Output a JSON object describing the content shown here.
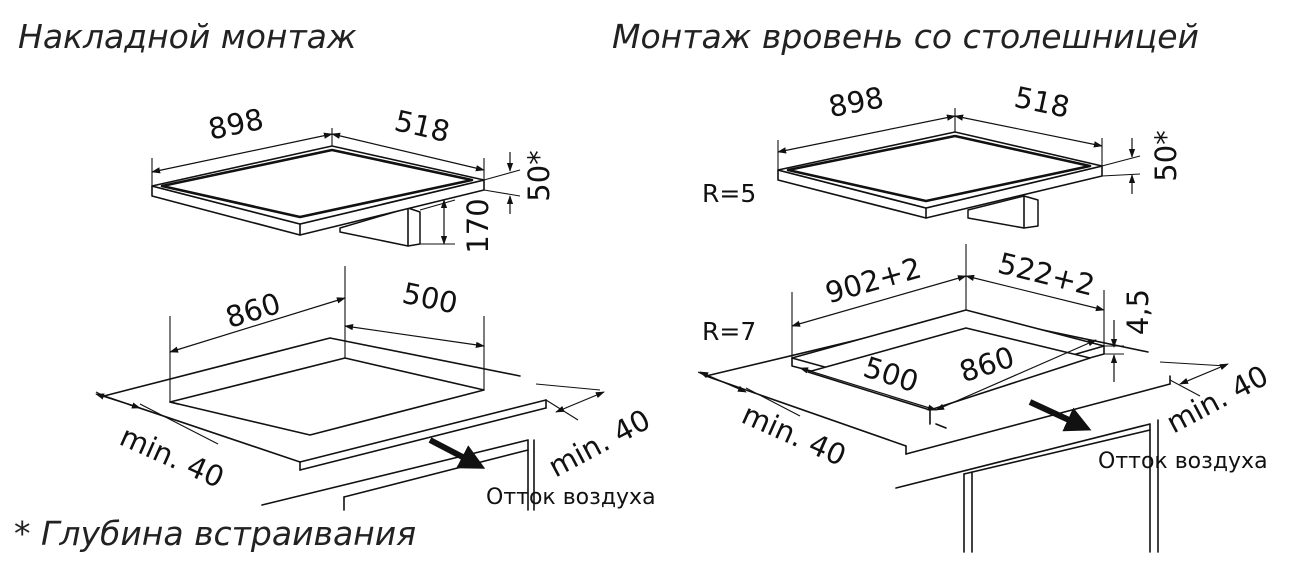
{
  "titles": {
    "overlay": "Накладной монтаж",
    "flush": "Монтаж вровень со столешницей",
    "footnote": "* Глубина встраивания"
  },
  "overlay_hob": {
    "width": "898",
    "depth": "518",
    "height_star": "50*",
    "box_height": "170"
  },
  "overlay_cutout": {
    "width": "860",
    "depth": "500",
    "min_left": "min. 40",
    "min_right": "min. 40",
    "airflow": "Отток воздуха"
  },
  "flush_hob": {
    "width": "898",
    "depth": "518",
    "height_star": "50*",
    "radius": "R=5"
  },
  "flush_cutout": {
    "outer_width": "902+2",
    "outer_depth": "522+2",
    "rebate": "4,5",
    "inner_depth": "500",
    "inner_width": "860",
    "radius": "R=7",
    "min_left": "min. 40",
    "min_right": "min. 40",
    "airflow": "Отток воздуха"
  }
}
